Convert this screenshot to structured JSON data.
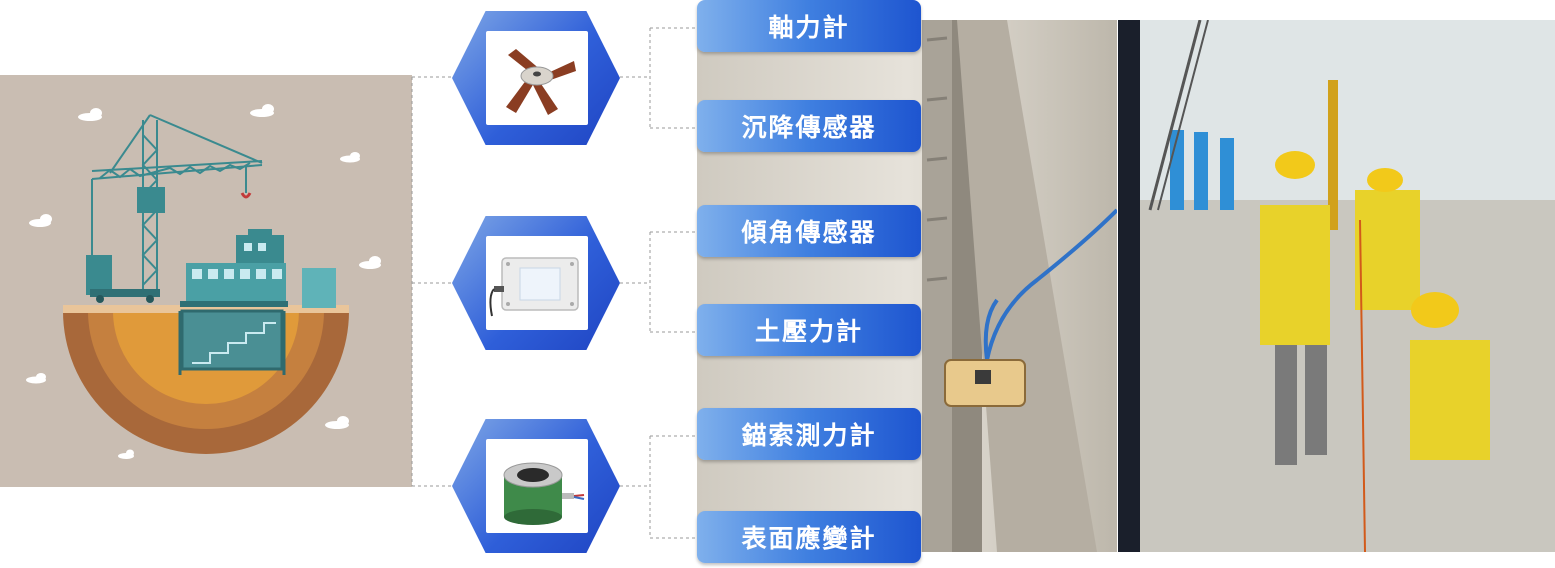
{
  "labels": {
    "axial_force_meter": "軸力計",
    "settlement_sensor": "沉降傳感器",
    "inclination_sensor": "傾角傳感器",
    "earth_pressure_meter": "土壓力計",
    "anchor_cable_dynamometer": "錨索測力計",
    "surface_strain_gauge": "表面應變計"
  },
  "colors": {
    "label_blue_dark": "#1e55d0",
    "label_blue_light": "#7fb0ec",
    "panel_beige": "#c9bdb2",
    "crane_teal": "#3a8a8f",
    "earth_orange": "#e09a3a"
  },
  "icons": {
    "construction_illustration": "construction-site-icon",
    "sensor_1": "axial-force-sensor-icon",
    "sensor_2": "inclinometer-box-icon",
    "sensor_3": "load-cell-icon"
  }
}
